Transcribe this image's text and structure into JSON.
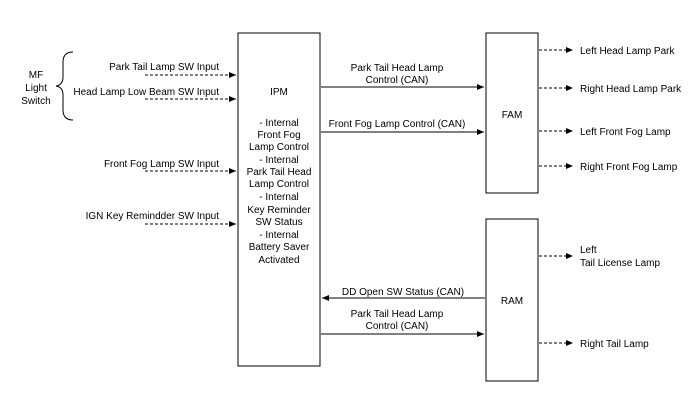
{
  "modules": {
    "ipm": "IPM",
    "fam": "FAM",
    "ram": "RAM"
  },
  "switch_group": [
    "MF",
    "Light",
    "Switch"
  ],
  "inputs": {
    "park_tail": "Park Tail Lamp SW Input",
    "head_low": "Head Lamp Low Beam SW Input",
    "front_fog": "Front Fog Lamp SW Input",
    "ign_key": "IGN Key Remindder SW Input"
  },
  "ipm_functions": [
    "- Internal",
    "Front Fog",
    "Lamp Control",
    "- Internal",
    "Park Tail Head",
    "Lamp Control",
    "- Internal",
    "Key Reminder",
    "SW Status",
    "- Internal",
    "Battery Saver",
    "Activated"
  ],
  "can_signals": {
    "park_tail_fam": [
      "Park Tail Head Lamp",
      "Control (CAN)"
    ],
    "front_fog_fam": "Front Fog Lamp Control (CAN)",
    "dd_open": "DD Open SW Status (CAN)",
    "park_tail_ram": [
      "Park Tail Head Lamp",
      "Control (CAN)"
    ]
  },
  "fam_outputs": {
    "left_head_park": "Left Head Lamp Park",
    "right_head_park": "Right Head Lamp Park",
    "left_front_fog": "Left Front Fog Lamp",
    "right_front_fog": "Right Front Fog Lamp"
  },
  "ram_outputs": {
    "left_tail_license": [
      "Left",
      "Tail License Lamp"
    ],
    "right_tail": "Right Tail Lamp"
  }
}
